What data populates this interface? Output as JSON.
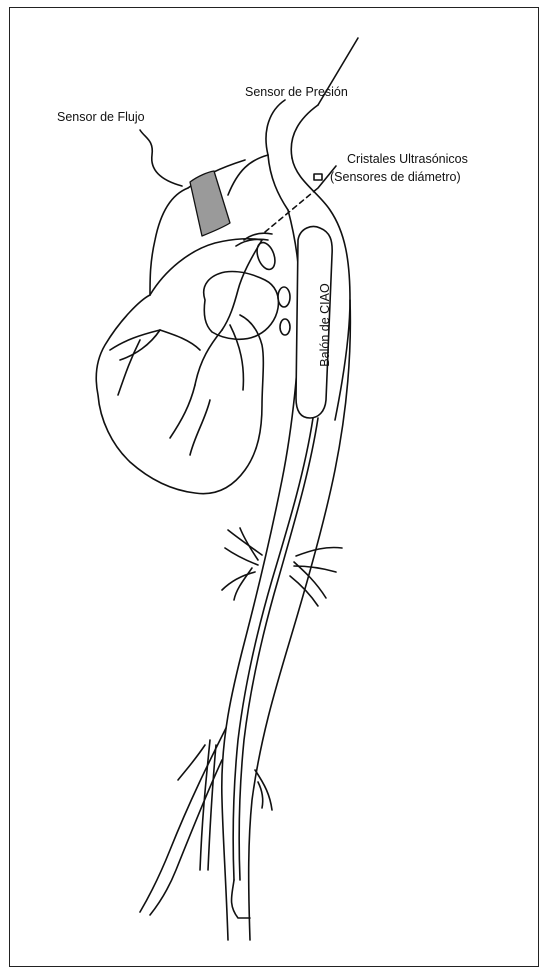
{
  "labels": {
    "flow_sensor": "Sensor de Flujo",
    "pressure_sensor": "Sensor de Presión",
    "crystals_line1": "Cristales Ultrasónicos",
    "crystals_line2": "(Sensores de diámetro)",
    "balloon": "Balón de CIAO"
  },
  "colors": {
    "line": "#111111",
    "flow_sensor_fill": "#9a9a9a",
    "background": "#ffffff"
  }
}
